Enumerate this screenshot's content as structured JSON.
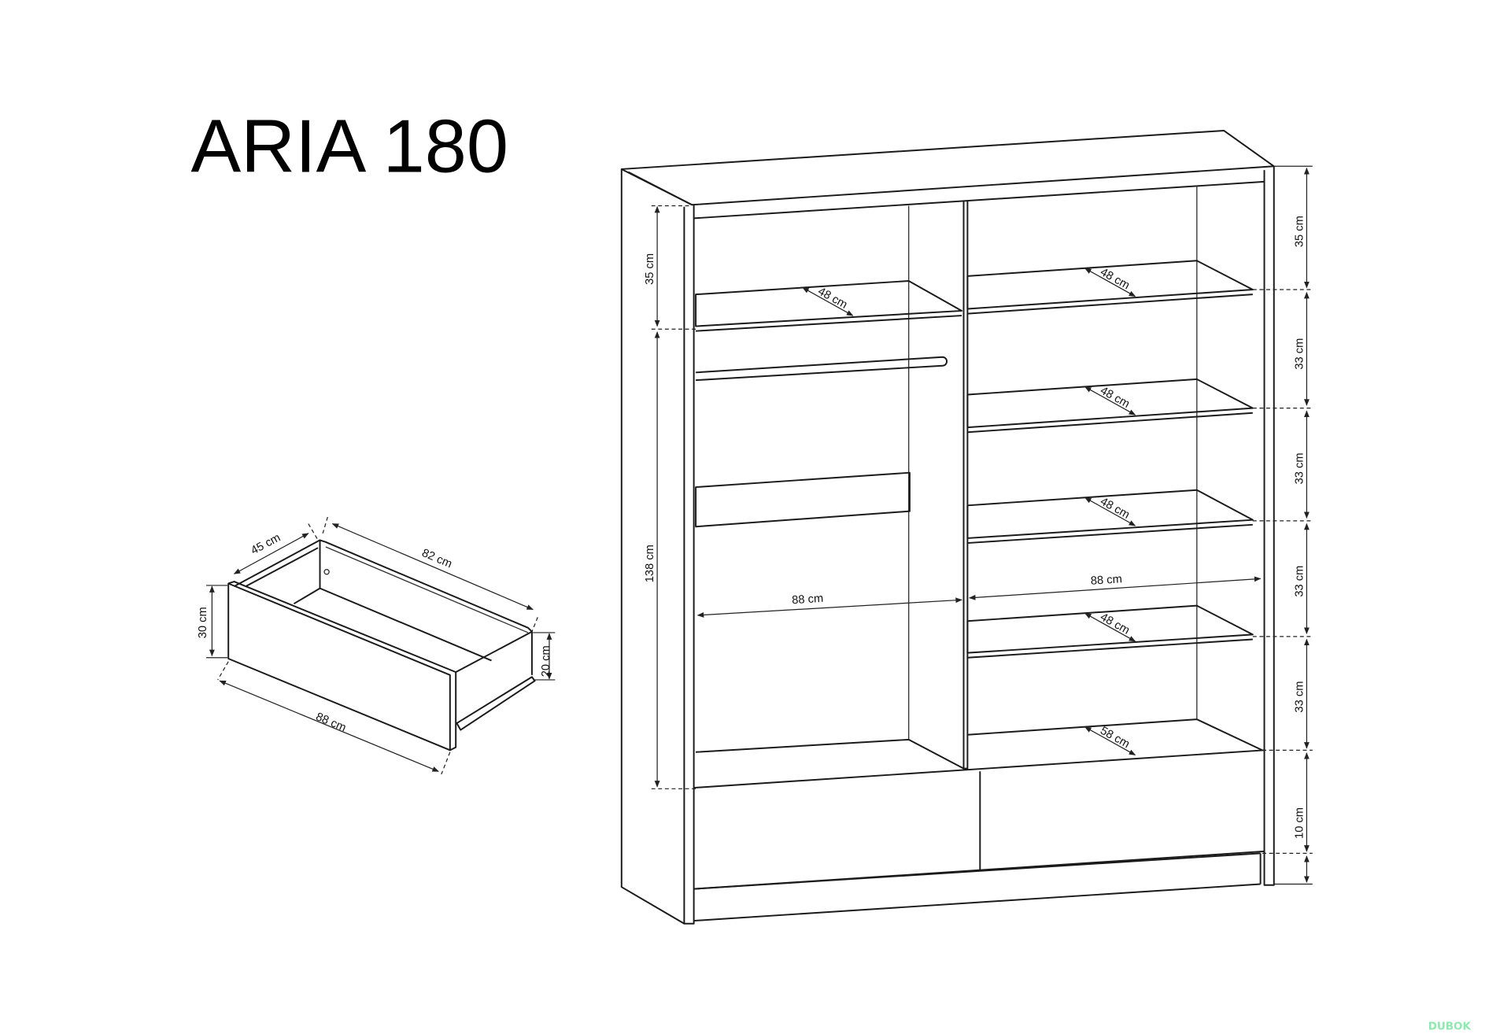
{
  "title": "ARIA 180",
  "drawer": {
    "depth": "45 cm",
    "inner_length": "82 cm",
    "height": "30 cm",
    "inner_height": "20 cm",
    "length": "88 cm"
  },
  "wardrobe": {
    "left_top_height": "35 cm",
    "left_hanging_height": "138 cm",
    "left_shelf_depth": "48 cm",
    "left_width": "88 cm",
    "right_width": "88 cm",
    "right_heights": [
      "35 cm",
      "33 cm",
      "33 cm",
      "33 cm",
      "33 cm",
      "10 cm"
    ],
    "right_shelf_depths": [
      "48 cm",
      "48 cm",
      "48 cm",
      "48 cm",
      "58 cm"
    ]
  },
  "watermark": "DUBOK"
}
